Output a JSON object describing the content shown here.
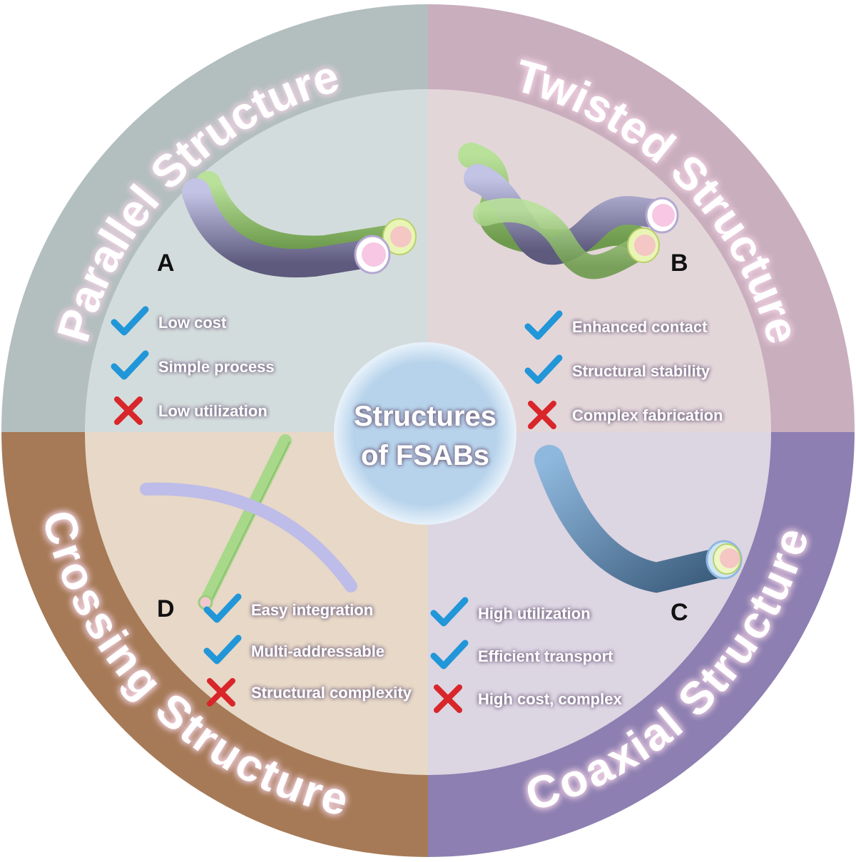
{
  "center": {
    "line1": "Structures",
    "line2": "of FSABs"
  },
  "quadrants": {
    "parallel": {
      "title": "Parallel Structure",
      "letter": "A",
      "items": [
        {
          "text": "Low cost",
          "mark": "check"
        },
        {
          "text": "Simple process",
          "mark": "check"
        },
        {
          "text": "Low utilization",
          "mark": "cross"
        }
      ]
    },
    "twisted": {
      "title": "Twisted Structure",
      "letter": "B",
      "items": [
        {
          "text": "Enhanced contact",
          "mark": "check"
        },
        {
          "text": "Structural stability",
          "mark": "check"
        },
        {
          "text": "Complex fabrication",
          "mark": "cross"
        }
      ]
    },
    "coaxial": {
      "title": "Coaxial Structure",
      "letter": "C",
      "items": [
        {
          "text": "High utilization",
          "mark": "check"
        },
        {
          "text": "Efficient transport",
          "mark": "check"
        },
        {
          "text": "High cost, complex",
          "mark": "cross"
        }
      ]
    },
    "crossing": {
      "title": "Crossing Structure",
      "letter": "D",
      "items": [
        {
          "text": "Easy integration",
          "mark": "check"
        },
        {
          "text": "Multi-addressable",
          "mark": "check"
        },
        {
          "text": "Structural complexity",
          "mark": "cross"
        }
      ]
    }
  },
  "colors": {
    "parallel_outer": "#b3bebe",
    "parallel_inner": "#d3dcdc",
    "twisted_outer": "#c9aebd",
    "twisted_inner": "#e3d6d9",
    "coaxial_outer": "#8d7fb1",
    "coaxial_inner": "#dcd5e2",
    "crossing_outer": "#a67a57",
    "crossing_inner": "#e7d8c7",
    "center_fill": "#b7d3eb",
    "check": "#2196d8",
    "cross": "#d8262a"
  },
  "icons": {
    "check": "check-icon",
    "cross": "cross-icon"
  }
}
